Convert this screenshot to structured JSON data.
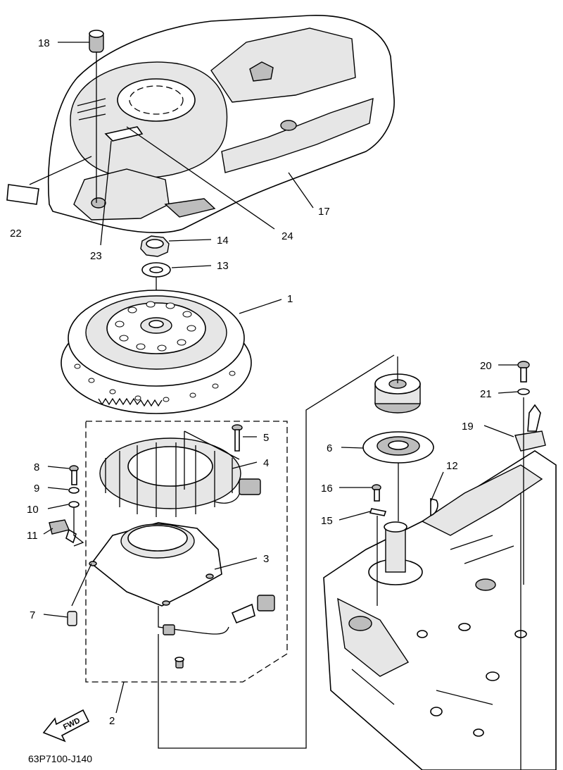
{
  "diagram_code": "63P7100-J140",
  "fwd_label": "FWD",
  "callouts": {
    "p1": "1",
    "p2": "2",
    "p3": "3",
    "p4": "4",
    "p5": "5",
    "p6": "6",
    "p7": "7",
    "p8": "8",
    "p9": "9",
    "p10": "10",
    "p11": "11",
    "p12": "12",
    "p13": "13",
    "p14": "14",
    "p15": "15",
    "p16": "16",
    "p17": "17",
    "p18": "18",
    "p19": "19",
    "p20": "20",
    "p21": "21",
    "p22": "22",
    "p23": "23",
    "p24": "24"
  }
}
